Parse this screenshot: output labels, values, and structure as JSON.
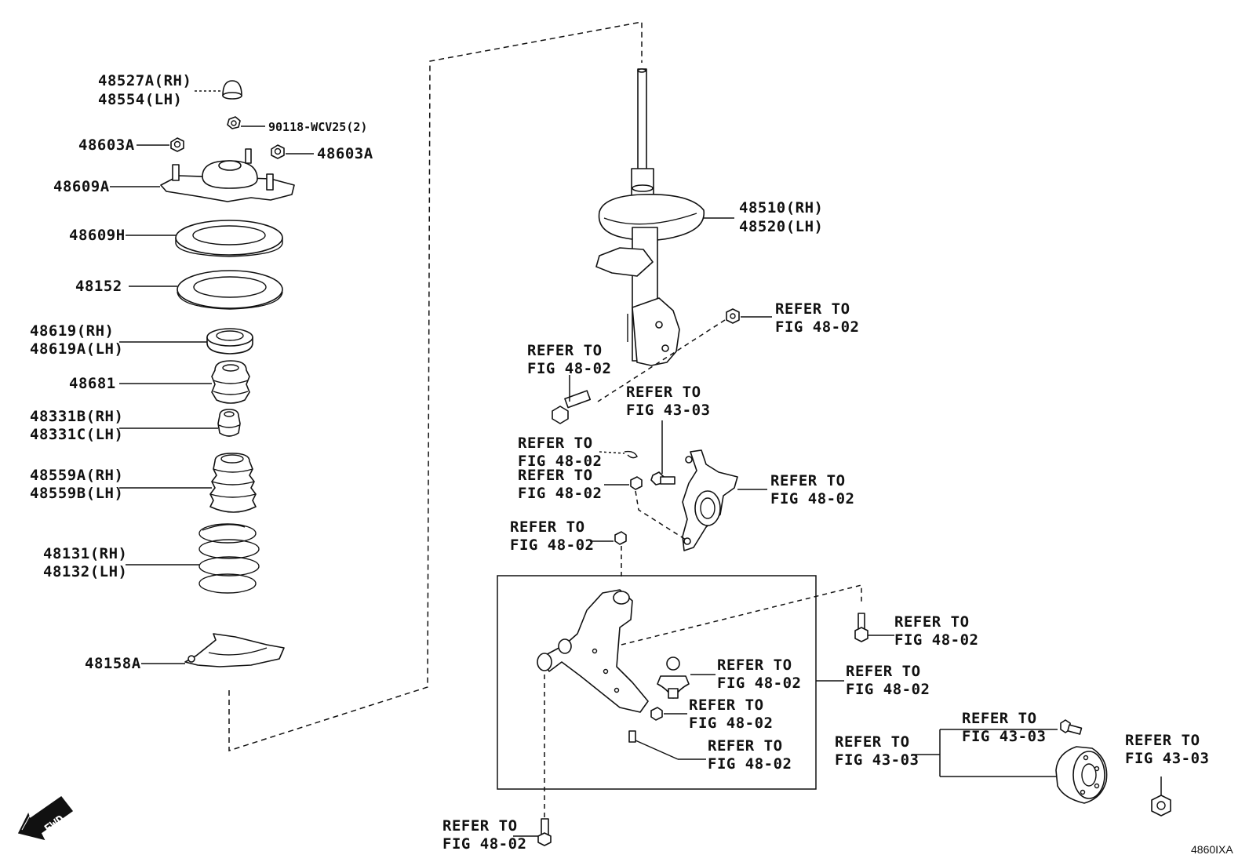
{
  "parts": {
    "cap": [
      "48527A(RH)",
      "48554(LH)"
    ],
    "nut_small": "90118-WCV25(2)",
    "nut_left": "48603A",
    "nut_right": "48603A",
    "support": "48609A",
    "bearing": "48609H",
    "insulator": "48152",
    "spring_bumper_seat": [
      "48619(RH)",
      "48619A(LH)"
    ],
    "bump_stopper": "48681",
    "stopper_small": [
      "48331B(RH)",
      "48331C(LH)"
    ],
    "boot": [
      "48559A(RH)",
      "48559B(LH)"
    ],
    "coil_spring": [
      "48131(RH)",
      "48132(LH)"
    ],
    "lower_seat": "48158A",
    "strut": [
      "48510(RH)",
      "48520(LH)"
    ]
  },
  "refs": {
    "r1": [
      "REFER TO",
      "FIG 48-02"
    ],
    "r2": [
      "REFER TO",
      "FIG 48-02"
    ],
    "r3": [
      "REFER TO",
      "FIG 43-03"
    ],
    "r4": [
      "REFER TO",
      "FIG 48-02"
    ],
    "r5": [
      "REFER TO",
      "FIG 48-02"
    ],
    "r6": [
      "REFER TO",
      "FIG 48-02"
    ],
    "r7": [
      "REFER TO",
      "FIG 48-02"
    ],
    "r8": [
      "REFER TO",
      "FIG 48-02"
    ],
    "r9": [
      "REFER TO",
      "FIG 48-02"
    ],
    "r10": [
      "REFER TO",
      "FIG 48-02"
    ],
    "r11": [
      "REFER TO",
      "FIG 48-02"
    ],
    "r12": [
      "REFER TO",
      "FIG 48-02"
    ],
    "r13": [
      "REFER TO",
      "FIG 43-03"
    ],
    "r14": [
      "REFER TO",
      "FIG 43-03"
    ],
    "r15": [
      "REFER TO",
      "FIG 43-03"
    ],
    "r16": [
      "REFER TO",
      "FIG 48-02"
    ]
  },
  "fwd_label": "FWD",
  "figure_code": "4860IXA"
}
